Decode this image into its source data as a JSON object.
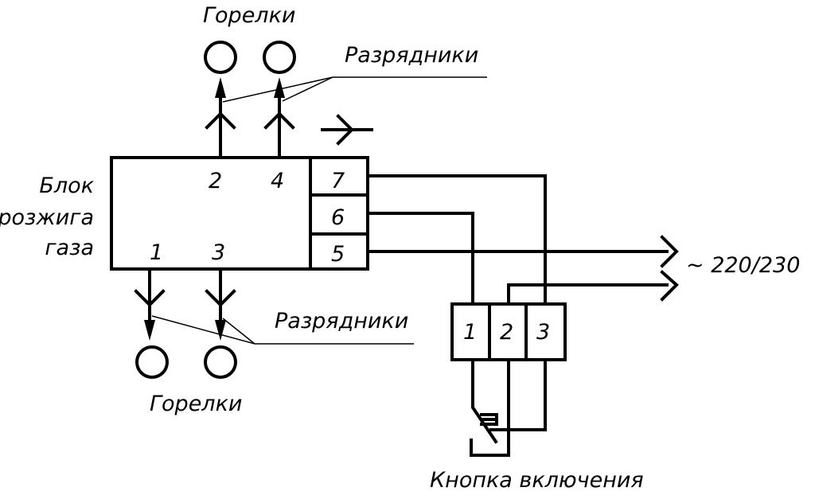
{
  "labels": {
    "block_line1": "Блок",
    "block_line2": "розжига",
    "block_line3": "газа",
    "burners_top": "Горелки",
    "burners_bottom": "Горелки",
    "spark_gaps_top": "Разрядники",
    "spark_gaps_bottom": "Разрядники",
    "power": "~ 220/230",
    "button": "Кнопка включения"
  },
  "block_terminals": {
    "t2": "2",
    "t4": "4",
    "t1": "1",
    "t3": "3",
    "t7": "7",
    "t6": "6",
    "t5": "5"
  },
  "button_terminals": {
    "b1": "1",
    "b2": "2",
    "b3": "3"
  }
}
